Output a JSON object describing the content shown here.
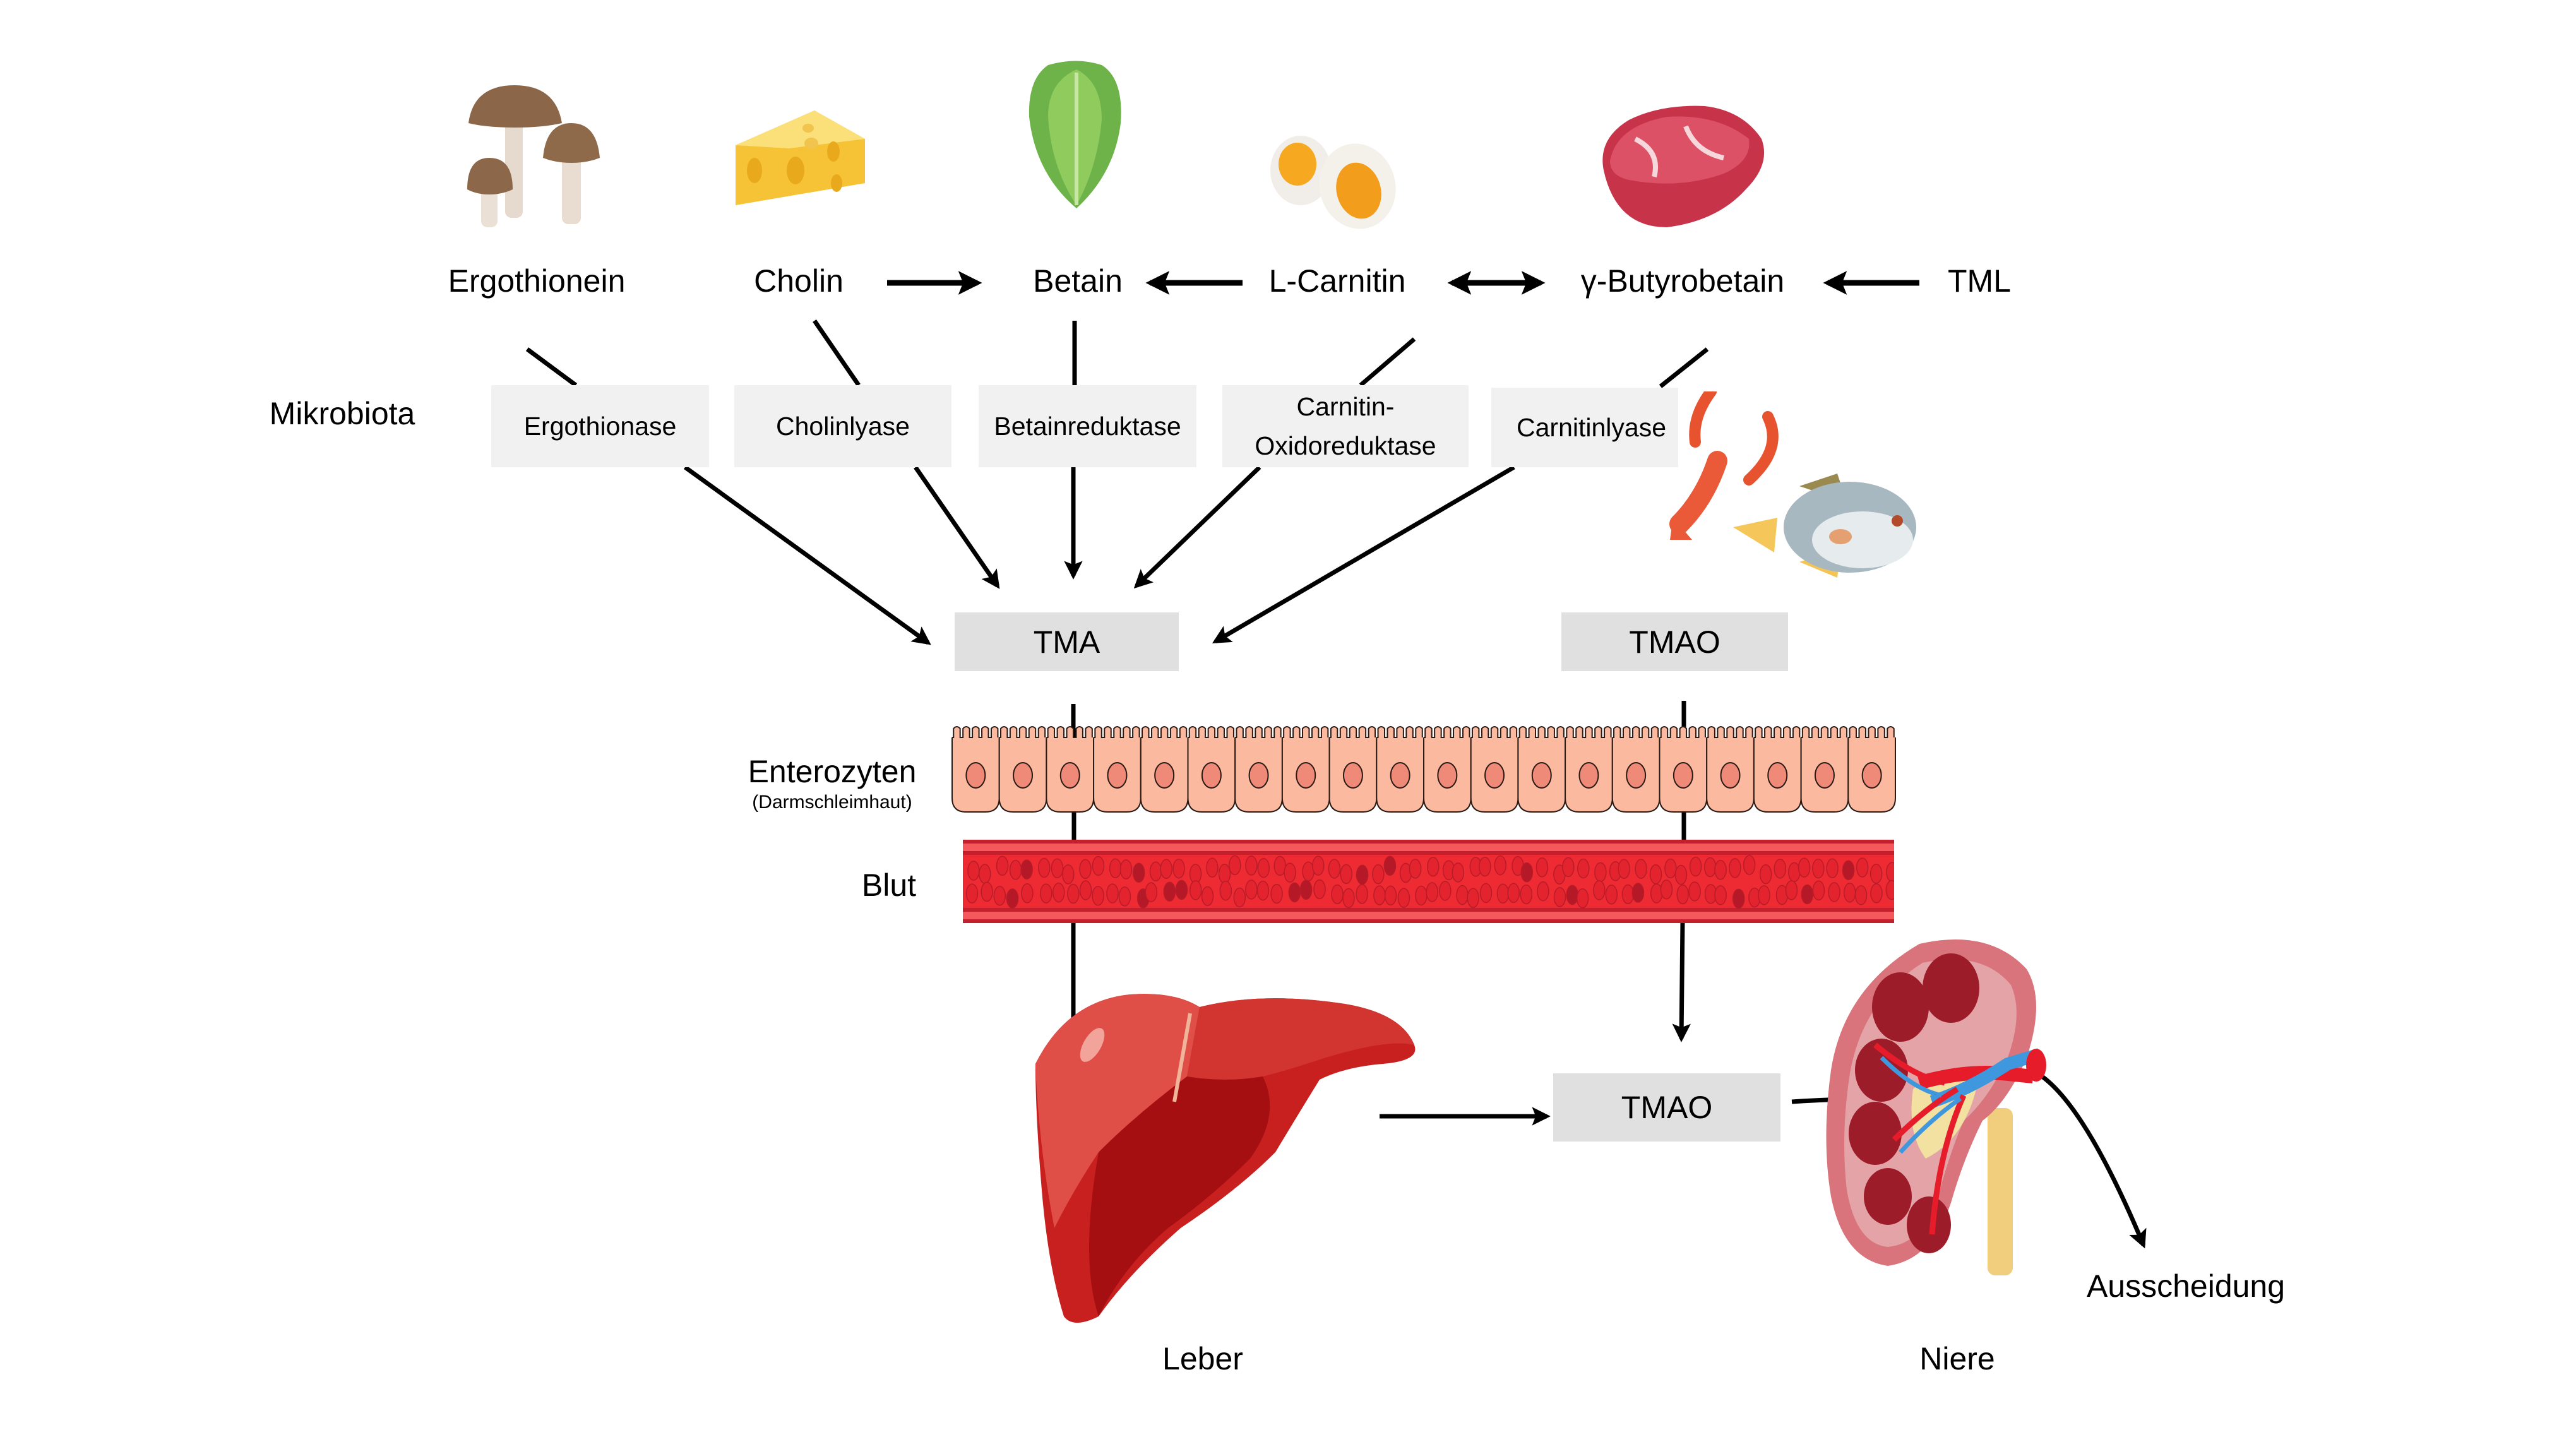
{
  "diagram": {
    "language": "de",
    "metabolites": [
      {
        "id": "ergothionein",
        "label": "Ergothionein",
        "food_icon": "mushroom-icon"
      },
      {
        "id": "cholin",
        "label": "Cholin",
        "food_icon": "cheese-icon"
      },
      {
        "id": "betain",
        "label": "Betain",
        "food_icon": "lettuce-icon"
      },
      {
        "id": "l-carnitin",
        "label": "L-Carnitin",
        "food_icon": "egg-icon"
      },
      {
        "id": "gamma-butyrobetain",
        "label": "γ-Butyrobetain",
        "food_icon": "meat-icon"
      },
      {
        "id": "tml",
        "label": "TML",
        "food_icon": null
      }
    ],
    "metabolite_conversions": [
      {
        "from": "Cholin",
        "to": "Betain",
        "type": "one-way"
      },
      {
        "from": "L-Carnitin",
        "to": "Betain",
        "type": "one-way"
      },
      {
        "from": "L-Carnitin",
        "to": "γ-Butyrobetain",
        "type": "two-way"
      },
      {
        "from": "TML",
        "to": "γ-Butyrobetain",
        "type": "one-way"
      }
    ],
    "microbiota_label": "Mikrobiota",
    "enzymes": [
      {
        "label": "Ergothionase",
        "substrate": "Ergothionein"
      },
      {
        "label": "Cholinlyase",
        "substrate": "Cholin"
      },
      {
        "label": "Betainreduktase",
        "substrate": "Betain"
      },
      {
        "label": "Carnitin-\nOxidoreduktase",
        "line1": "Carnitin-",
        "line2": "Oxidoreduktase",
        "substrate": "L-Carnitin"
      },
      {
        "label": "Carnitinlyase",
        "substrate": "γ-Butyrobetain"
      }
    ],
    "products": {
      "tma": "TMA",
      "tmao_intestinal": "TMAO",
      "tmao_hepatic": "TMAO"
    },
    "seafood_icons": [
      "lobster-icon",
      "fish-icon"
    ],
    "layers": {
      "enterocytes_label": "Enterozyten",
      "enterocytes_sublabel": "(Darmschleimhaut)",
      "enterocyte_cell_count": 20,
      "blood_label": "Blut"
    },
    "organs": {
      "liver_label": "Leber",
      "kidney_label": "Niere",
      "excretion_label": "Ausscheidung"
    },
    "flows": [
      "Ergothionase -> TMA",
      "Cholinlyase -> TMA",
      "Betainreduktase -> TMA",
      "Carnitin-Oxidoreduktase -> TMA",
      "Carnitinlyase -> TMA",
      "TMA -> Enterozyten -> Blut -> Leber",
      "TMAO (Nahrung) -> Enterozyten -> Blut -> TMAO",
      "Leber -> TMAO",
      "TMAO -> Niere",
      "Niere -> Ausscheidung"
    ],
    "colors": {
      "enzyme_box": "#f1f1f1",
      "product_box": "#e0e0e0",
      "arrow": "#000000",
      "enterocyte_fill": "#fbb9a0",
      "enterocyte_nucleus": "#ef8a78",
      "blood_vessel": "#ee2a33",
      "blood_vessel_dark": "#c41f2c",
      "blood_vessel_light": "#f4585c",
      "liver": "#c8201f",
      "kidney": "#d9737c"
    }
  }
}
